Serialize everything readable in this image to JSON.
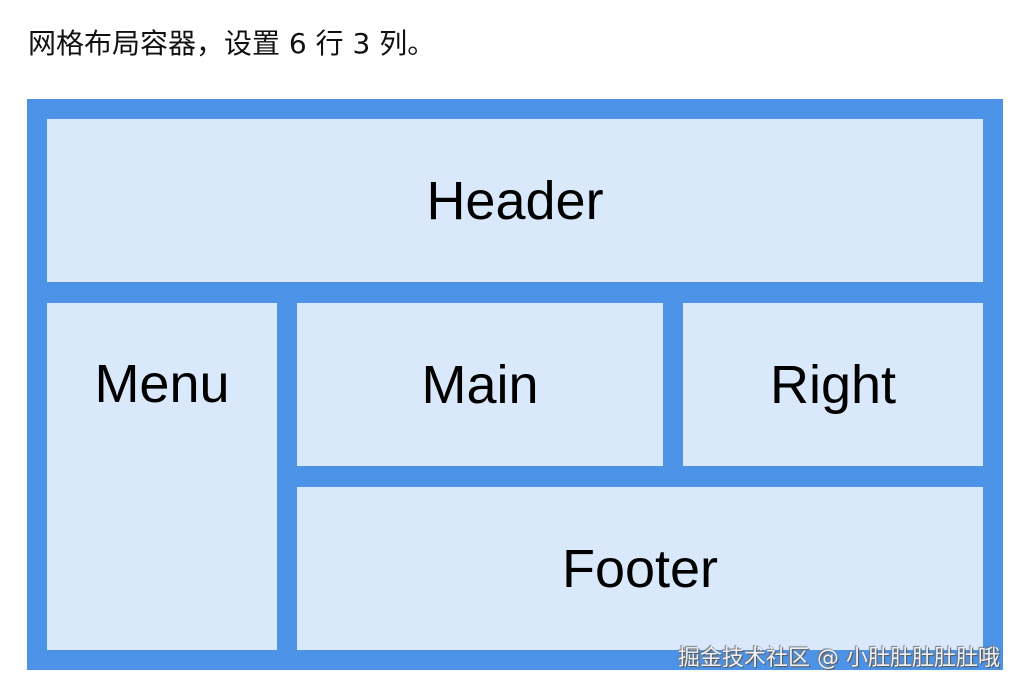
{
  "caption": "网格布局容器，设置 6 行 3 列。",
  "grid": {
    "header": "Header",
    "menu": "Menu",
    "main": "Main",
    "right": "Right",
    "footer": "Footer"
  },
  "colors": {
    "container": "#4c93e8",
    "cell": "#d9e8fb"
  },
  "watermark": "掘金技术社区 @ 小肚肚肚肚肚哦"
}
